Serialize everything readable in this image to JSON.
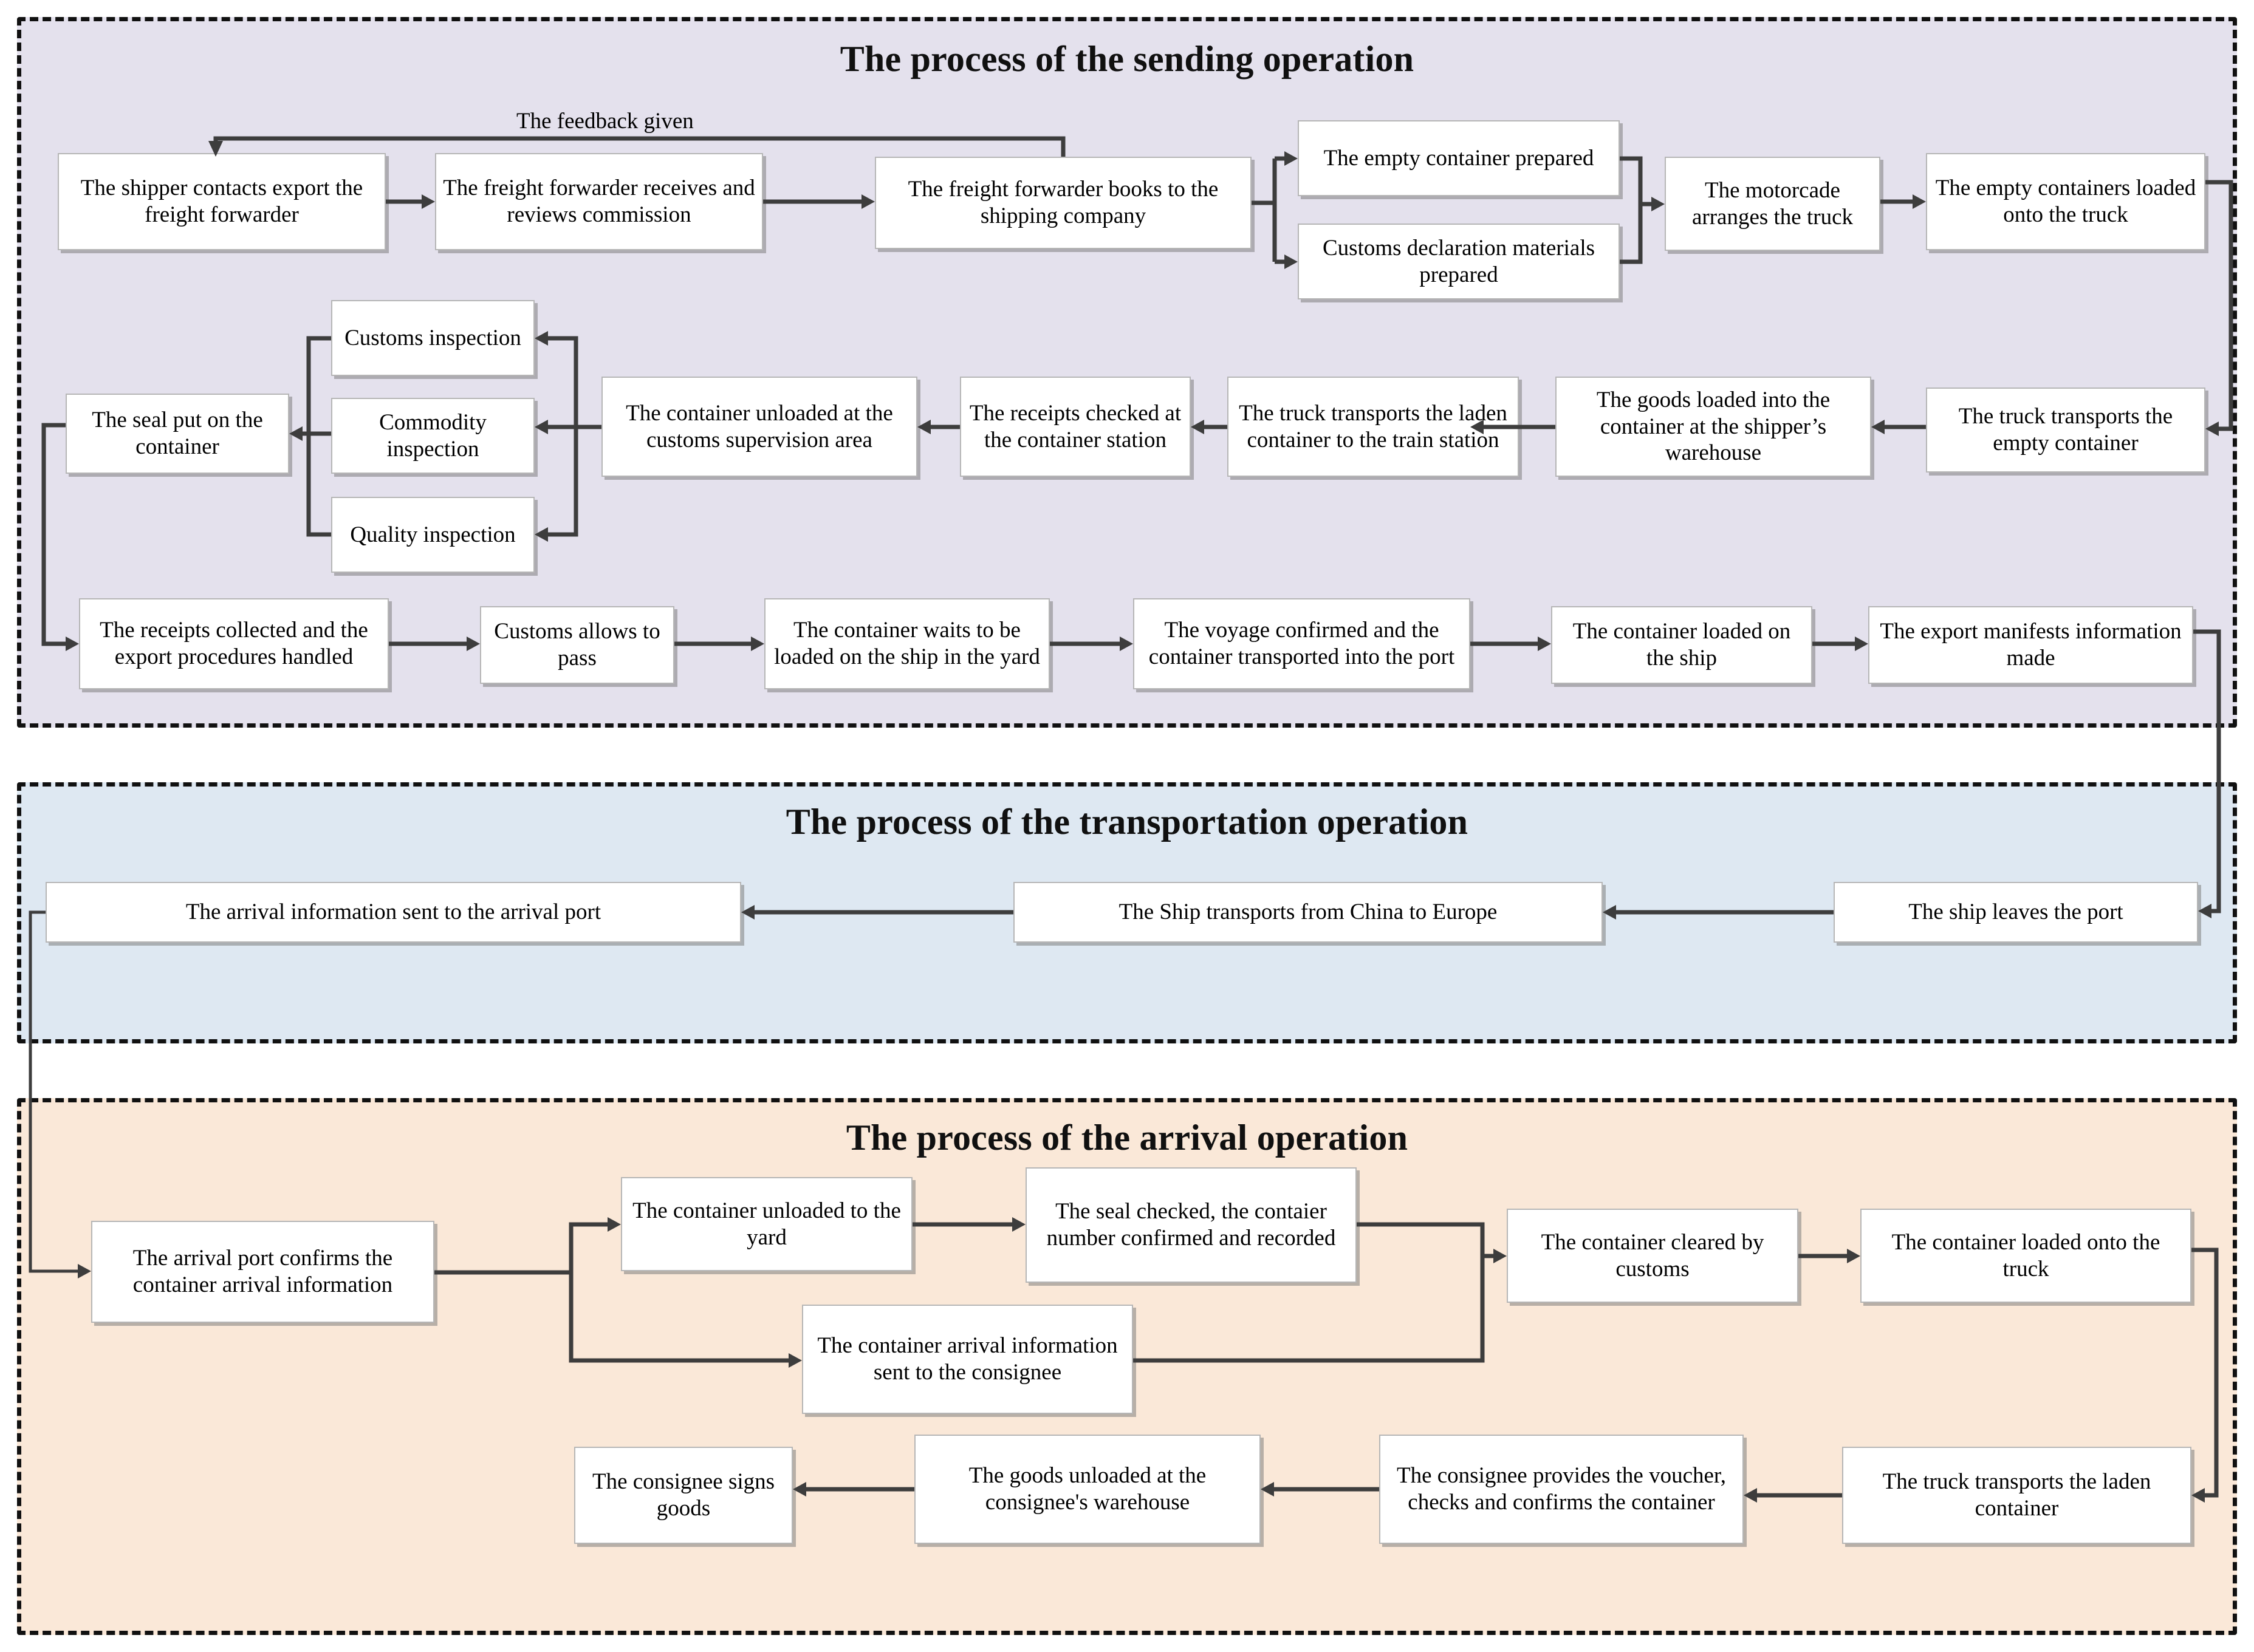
{
  "sections": {
    "sending": {
      "title": "The process of the sending operation",
      "bg": "#E4E1ED",
      "feedback_label": "The feedback given",
      "nodes": [
        {
          "id": "s1",
          "text": "The shipper contacts export the freight forwarder"
        },
        {
          "id": "s2",
          "text": "The freight forwarder receives and reviews commission"
        },
        {
          "id": "s3",
          "text": "The freight forwarder books to the shipping company"
        },
        {
          "id": "s4",
          "text": "The empty container prepared"
        },
        {
          "id": "s5",
          "text": "Customs declaration materials prepared"
        },
        {
          "id": "s6",
          "text": "The motorcade arranges the truck"
        },
        {
          "id": "s7",
          "text": "The empty containers loaded onto the truck"
        },
        {
          "id": "s8",
          "text": "The truck transports the empty container"
        },
        {
          "id": "s9",
          "text": "The goods loaded into the container at the shipper’s warehouse"
        },
        {
          "id": "s10",
          "text": "The truck transports the laden container to the train station"
        },
        {
          "id": "s11",
          "text": "The receipts checked at the container station"
        },
        {
          "id": "s12",
          "text": "The container unloaded at the customs supervision area"
        },
        {
          "id": "s13",
          "text": "Customs inspection"
        },
        {
          "id": "s14",
          "text": "Commodity inspection"
        },
        {
          "id": "s15",
          "text": "Quality inspection"
        },
        {
          "id": "s16",
          "text": "The seal put on the container"
        },
        {
          "id": "s17",
          "text": "The receipts collected and the export procedures handled"
        },
        {
          "id": "s18",
          "text": "Customs allows to pass"
        },
        {
          "id": "s19",
          "text": "The container waits to be loaded on the ship in the yard"
        },
        {
          "id": "s20",
          "text": "The voyage confirmed and the container transported into the port"
        },
        {
          "id": "s21",
          "text": "The container loaded on the ship"
        },
        {
          "id": "s22",
          "text": "The export manifests information made"
        }
      ]
    },
    "transportation": {
      "title": "The process of the transportation operation",
      "bg": "#DEE8F2",
      "nodes": [
        {
          "id": "t1",
          "text": "The arrival information sent to the arrival port"
        },
        {
          "id": "t2",
          "text": "The Ship transports from China to Europe"
        },
        {
          "id": "t3",
          "text": "The ship leaves the port"
        }
      ]
    },
    "arrival": {
      "title": "The process of the arrival operation",
      "bg": "#FAE8D8",
      "nodes": [
        {
          "id": "a1",
          "text": "The arrival port confirms the container arrival information"
        },
        {
          "id": "a2",
          "text": "The container unloaded to the yard"
        },
        {
          "id": "a3",
          "text": "The seal checked, the contaier number confirmed and recorded"
        },
        {
          "id": "a4",
          "text": "The container arrival information sent to the consignee"
        },
        {
          "id": "a5",
          "text": "The container cleared by customs"
        },
        {
          "id": "a6",
          "text": "The container loaded onto the truck"
        },
        {
          "id": "a7",
          "text": "The truck transports the laden container"
        },
        {
          "id": "a8",
          "text": "The consignee provides the voucher, checks and confirms the container"
        },
        {
          "id": "a9",
          "text": "The goods unloaded at the consignee's warehouse"
        },
        {
          "id": "a10",
          "text": "The consignee signs goods"
        }
      ]
    }
  },
  "colors": {
    "sending_bg": "#E4E1ED",
    "transport_bg": "#DEE8F2",
    "arrival_bg": "#FAE8D8",
    "node_bg": "#FFFFFF",
    "node_border": "#B6B6B6",
    "connector": "#3D3D3D",
    "panel_border": "#111111"
  }
}
